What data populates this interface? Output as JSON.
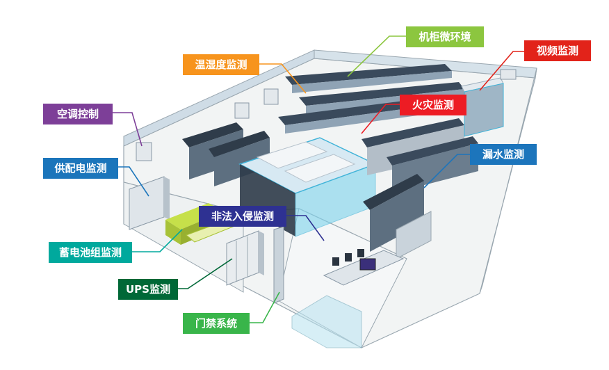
{
  "labels": {
    "env": {
      "text": "机柜微环境",
      "color": "#8cc63f"
    },
    "video": {
      "text": "视频监测",
      "color": "#e2231a"
    },
    "temp": {
      "text": "温湿度监测",
      "color": "#f7941d"
    },
    "fire": {
      "text": "火灾监测",
      "color": "#ed1c24"
    },
    "ac": {
      "text": "空调控制",
      "color": "#7d3f98"
    },
    "water": {
      "text": "漏水监测",
      "color": "#1c75bc"
    },
    "power": {
      "text": "供配电监测",
      "color": "#1b75bb"
    },
    "intrusion": {
      "text": "非法入侵监测",
      "color": "#2e3192"
    },
    "battery": {
      "text": "蓄电池组监测",
      "color": "#00a99d"
    },
    "ups": {
      "text": "UPS监测",
      "color": "#006837"
    },
    "access": {
      "text": "门禁系统",
      "color": "#39b54a"
    }
  }
}
